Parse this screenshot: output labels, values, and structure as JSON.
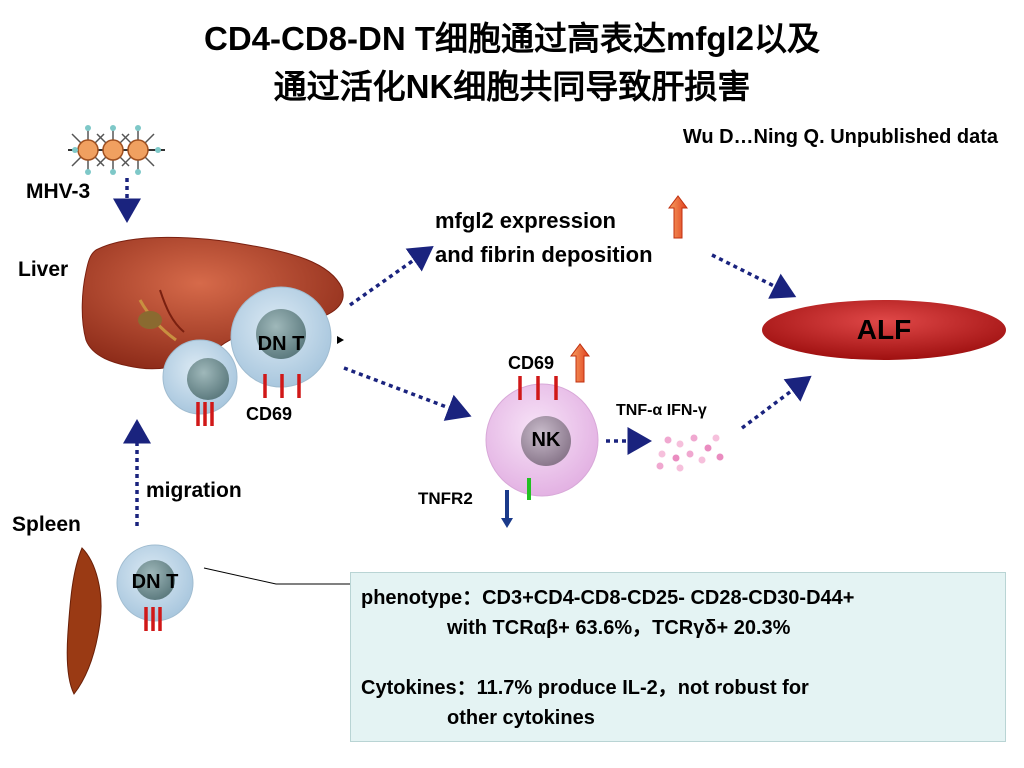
{
  "title": {
    "line1": "CD4-CD8-DN T细胞通过高表达mfgl2以及",
    "line2": "通过活化NK细胞共同导致肝损害"
  },
  "citation": "Wu D…Ning Q. Unpublished data",
  "labels": {
    "virus": "MHV-3",
    "liver": "Liver",
    "spleen": "Spleen",
    "migration": "migration",
    "liver_cell": "DN T",
    "liver_marker": "CD69",
    "spleen_cell": "DN T",
    "expression_line1": "mfgl2 expression",
    "expression_line2": "and fibrin deposition",
    "outcome": "ALF",
    "nk_marker": "CD69",
    "nk_cell": "NK",
    "cytokines": "TNF-α IFN-γ",
    "receptor": "TNFR2"
  },
  "infobox": {
    "line1": "phenotype：CD3+CD4-CD8-CD25- CD28-CD30-D44+",
    "line2": "with TCRαβ+ 63.6%，TCRγδ+ 20.3%",
    "line3": "Cytokines：11.7% produce IL-2，not robust for",
    "line4": "other cytokines"
  },
  "colors": {
    "arrow": "#1a237e",
    "marker_red": "#d01818",
    "alf_red": "#b01010",
    "cell_blue": "#bcd6e8",
    "nucleus": "#6f8f92",
    "nk_pink": "#efc9ef",
    "nk_nucleus": "#9a8a9c",
    "liver_brown": "#b0402a",
    "box_bg": "#e4f3f3"
  }
}
